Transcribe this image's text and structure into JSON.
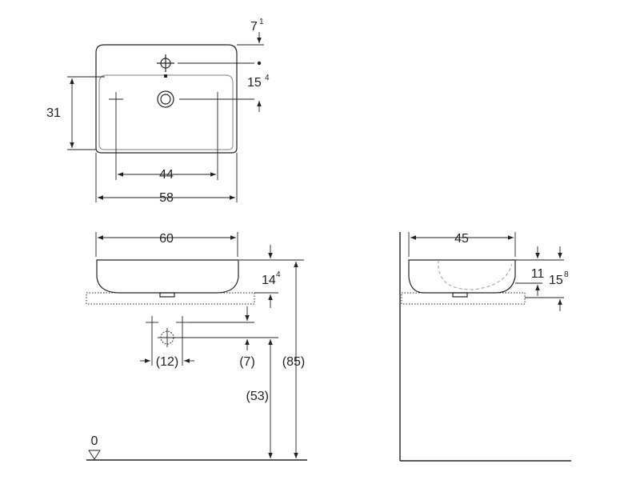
{
  "top_view": {
    "dim_tap_offset": {
      "main": "7",
      "sup": "1"
    },
    "dim_overflow": {
      "main": "15",
      "sup": "4"
    },
    "dim_depth": "31",
    "dim_tap_spacing": "44",
    "dim_width": "58"
  },
  "front_view": {
    "dim_width": "60",
    "dim_bowl_height": {
      "main": "14",
      "sup": "4"
    },
    "dim_supply_spacing": "(12)",
    "dim_supply_offset": "(7)",
    "dim_waste_height": "(53)",
    "dim_total_height": "(85)",
    "floor_level": "0"
  },
  "side_view": {
    "dim_depth": "45",
    "dim_inner_height": "11",
    "dim_total_height": {
      "main": "15",
      "sup": "8"
    }
  }
}
